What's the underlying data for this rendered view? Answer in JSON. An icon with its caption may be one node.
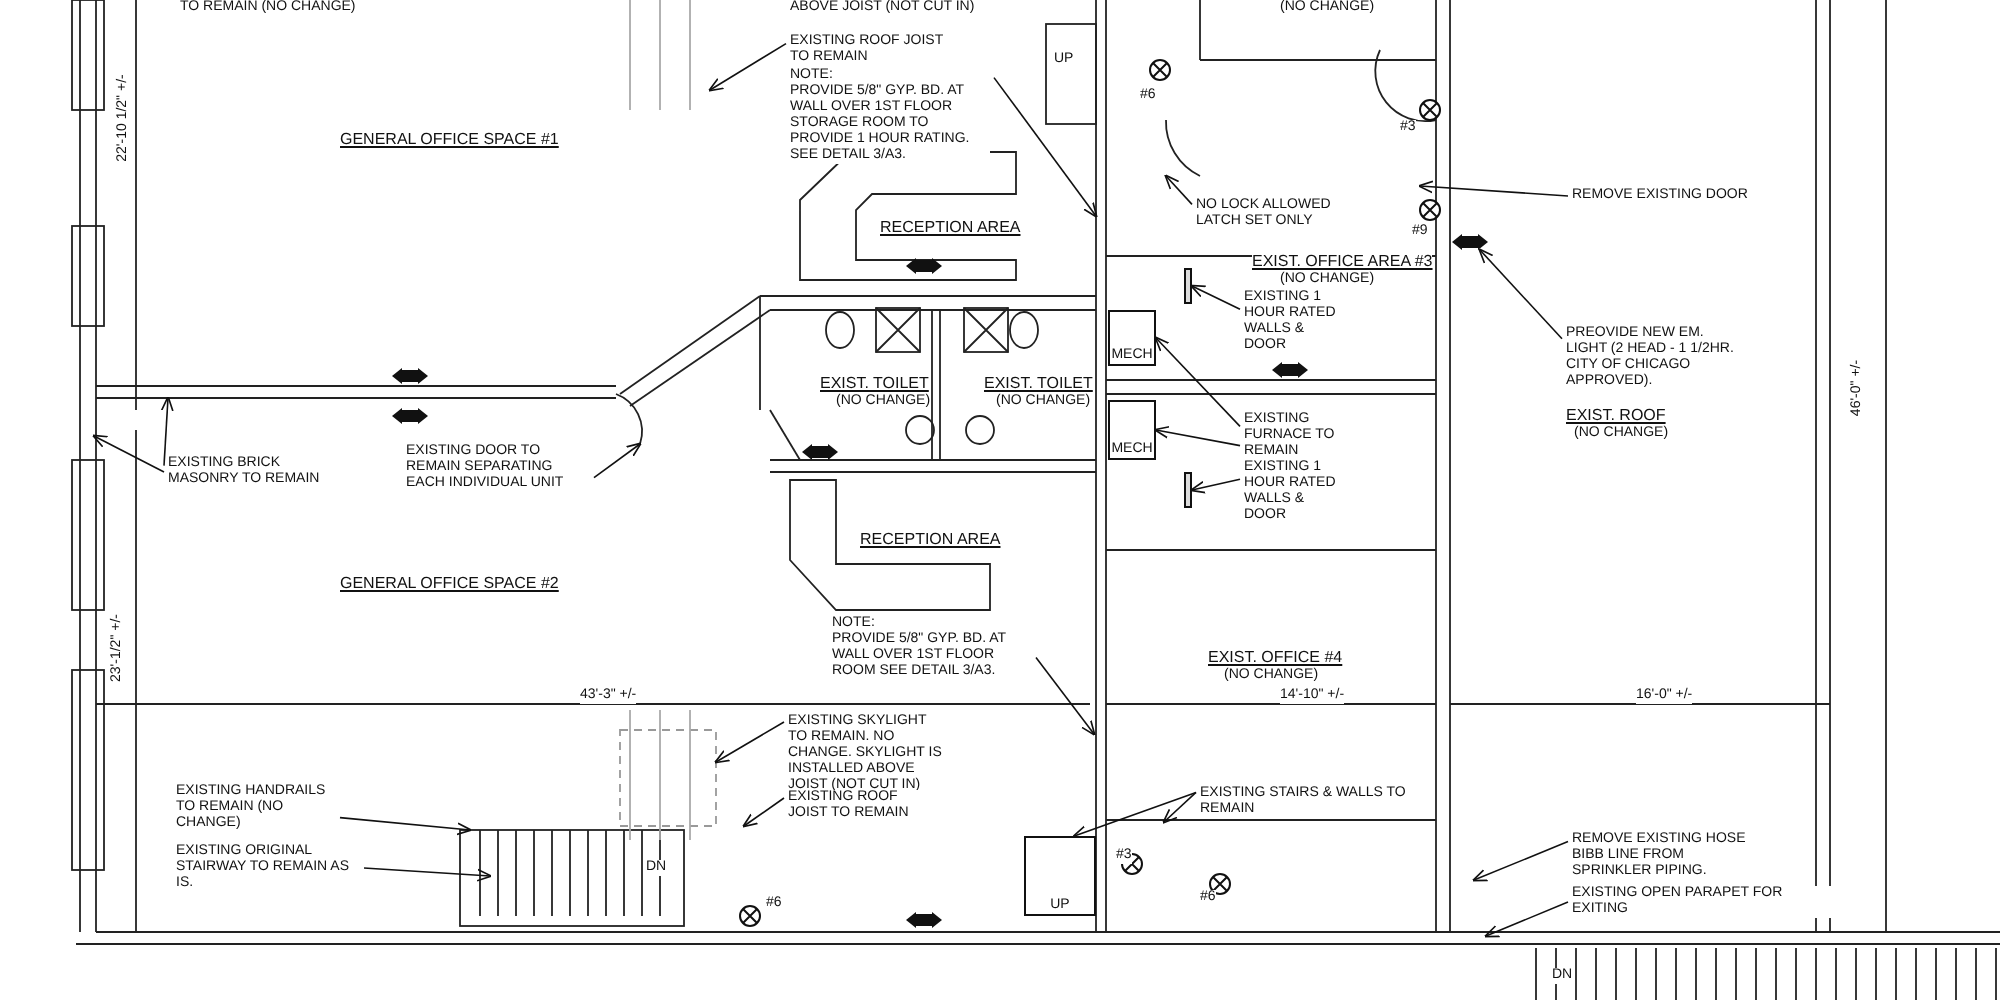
{
  "diagram": {
    "nodes": [
      {
        "text": [
          "EXISTING ROOF JOIST TO REMAIN"
        ]
      },
      {
        "text": [
          "NOTE:",
          "PROVIDE 5/8\" GYP. BD. AT WALL OVER 1ST FLOOR STORAGE ROOM TO PROVIDE 1 HOUR RATING. SEE DETAIL 3/A3."
        ]
      },
      {
        "text": [
          "NO LOCK ALLOWED LATCH SET ONLY"
        ]
      },
      {
        "text": [
          "REMOVE EXISTING DOOR"
        ]
      },
      {
        "text": [
          "PREOVIDE NEW EM. LIGHT (2 HEAD - 1 1/2HR. CITY OF CHICAGO APPROVED)."
        ]
      },
      {
        "text": [
          "EXISTING 1 HOUR RATED WALLS & DOOR"
        ]
      },
      {
        "text": [
          "MECH"
        ]
      },
      {
        "text": [
          "EXISTING FURNACE TO REMAIN"
        ]
      },
      {
        "text": [
          "MECH"
        ]
      },
      {
        "text": [
          "EXISTING 1 HOUR RATED WALLS & DOOR"
        ]
      },
      {
        "text": [
          "EXISTING BRICK MASONRY TO REMAIN"
        ]
      },
      {
        "text": [
          "EXISTING DOOR TO REMAIN SEPARATING EACH INDIVIDUAL UNIT"
        ]
      },
      {
        "text": [
          "NOTE:",
          "PROVIDE 5/8\" GYP. BD. AT WALL OVER 1ST FLOOR ROOM SEE DETAIL 3/A3."
        ]
      },
      {
        "text": [
          "EXISTING SKYLIGHT TO REMAIN. NO CHANGE. SKYLIGHT IS INSTALLED ABOVE JOIST (NOT CUT IN)"
        ]
      },
      {
        "text": [
          "EXISTING ROOF JOIST TO REMAIN"
        ]
      },
      {
        "text": [
          "EXISTING STAIRS & WALLS TO REMAIN"
        ]
      },
      {
        "text": [
          "REMOVE EXISTING HOSE BIBB LINE FROM SPRINKLER PIPING."
        ]
      },
      {
        "text": [
          "EXISTING OPEN PARAPET FOR EXITING"
        ]
      },
      {
        "text": [
          "EXISTING HANDRAILS TO REMAIN (NO CHANGE)"
        ]
      },
      {
        "text": [
          "EXISTING ORIGINAL STAIRWAY TO REMAIN AS IS."
        ]
      },
      {
        "text": [
          "UP"
        ]
      },
      {
        "text": [],
        "shape": "bar"
      },
      {
        "text": [],
        "shape": "bar"
      }
    ],
    "edges": [
      {
        "from": 0,
        "to": null,
        "arrow": "to"
      },
      {
        "from": 1,
        "to": null,
        "arrow": "to"
      },
      {
        "from": 2,
        "to": null,
        "arrow": "to"
      },
      {
        "from": 3,
        "to": null,
        "arrow": "to"
      },
      {
        "from": 4,
        "to": null,
        "arrow": "to"
      },
      {
        "from": 5,
        "to": 21,
        "arrow": "to"
      },
      {
        "from": 7,
        "to": 6,
        "arrow": "to"
      },
      {
        "from": 7,
        "to": 8,
        "arrow": "to"
      },
      {
        "from": 9,
        "to": 22,
        "arrow": "to"
      },
      {
        "from": 10,
        "to": null,
        "arrow": "to"
      },
      {
        "from": 10,
        "to": null,
        "arrow": "to"
      },
      {
        "from": 11,
        "to": null,
        "arrow": "to"
      },
      {
        "from": 12,
        "to": null,
        "arrow": "to"
      },
      {
        "from": 13,
        "to": null,
        "arrow": "to"
      },
      {
        "from": 14,
        "to": null,
        "arrow": "to"
      },
      {
        "from": 15,
        "to": 20,
        "arrow": "to"
      },
      {
        "from": 15,
        "to": null,
        "arrow": "to"
      },
      {
        "from": 16,
        "to": null,
        "arrow": "to"
      },
      {
        "from": 17,
        "to": null,
        "arrow": "to"
      },
      {
        "from": 18,
        "to": null,
        "arrow": "to"
      },
      {
        "from": 19,
        "to": null,
        "arrow": "to"
      }
    ],
    "labels": [
      "TO REMAIN (NO CHANGE)",
      "ABOVE JOIST (NOT CUT IN)",
      "(NO CHANGE)",
      "UP",
      "#6",
      "#3",
      "22'-10 1/2\" +/-",
      "GENERAL OFFICE SPACE #1",
      "RECEPTION AREA",
      "#9",
      "EXIST. OFFICE AREA #3",
      "(NO CHANGE)",
      "EXIST. TOILET",
      "(NO CHANGE)",
      "EXIST. TOILET",
      "(NO CHANGE)",
      "EXIST. ROOF",
      "(NO CHANGE)",
      "46'-0\" +/-",
      "RECEPTION AREA",
      "GENERAL OFFICE SPACE #2",
      "23'-1/2\" +/-",
      "EXIST. OFFICE #4",
      "(NO CHANGE)",
      "43'-3\" +/-",
      "14'-10\" +/-",
      "16'-0\" +/-",
      "#3",
      "DN",
      "#6",
      "#6",
      "DN"
    ]
  }
}
